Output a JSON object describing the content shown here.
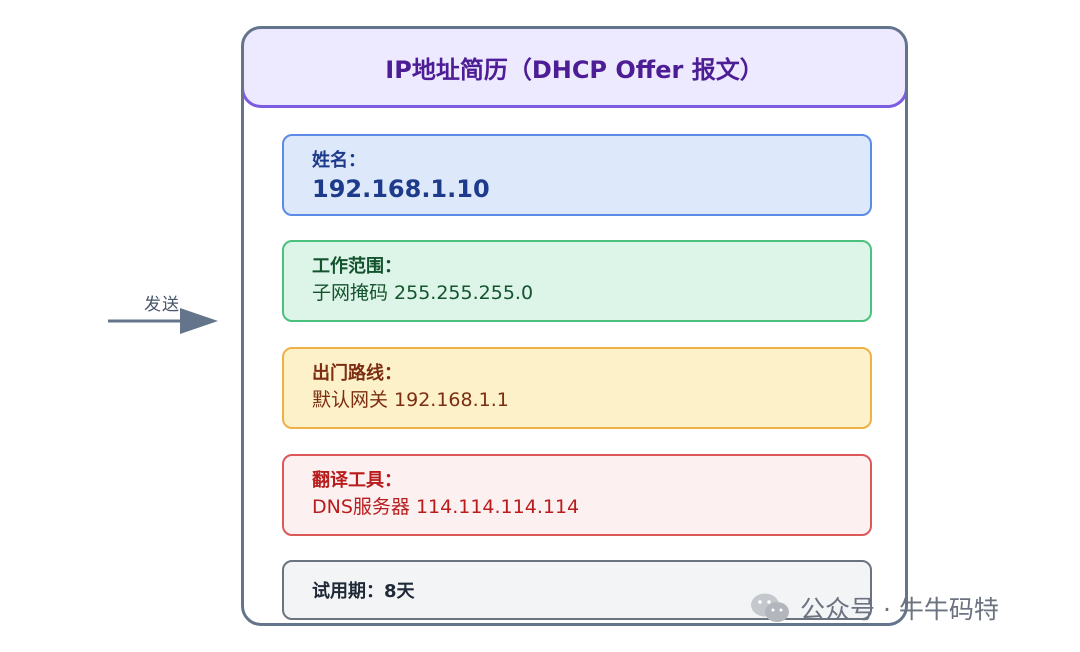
{
  "arrow": {
    "label": "发送"
  },
  "card": {
    "title": "IP地址简历（DHCP Offer 报文）"
  },
  "fields": [
    {
      "label": "姓名：",
      "value": "192.168.1.10"
    },
    {
      "label": "工作范围：",
      "value": "子网掩码 255.255.255.0"
    },
    {
      "label": "出门路线：",
      "value": "默认网关 192.168.1.1"
    },
    {
      "label": "翻译工具：",
      "value": "DNS服务器 114.114.114.114"
    },
    {
      "label": "试用期：8天"
    }
  ],
  "watermark": {
    "text": "公众号 · 牛牛码特",
    "icon": "wechat-icon"
  },
  "colors": {
    "header_border": "#7c5ce0",
    "header_bg": "#ede9fe",
    "name_border": "#5b8be6",
    "range_border": "#4cc07f",
    "route_border": "#efb046",
    "trans_border": "#dc5959",
    "trial_border": "#6b7280"
  }
}
